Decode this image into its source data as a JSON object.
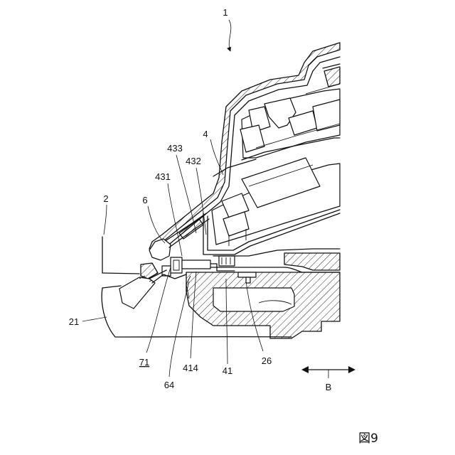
{
  "figure": {
    "label": "図9"
  },
  "labels": {
    "assembly": "1",
    "housing": "2",
    "base": "21",
    "cover": "4",
    "part6": "6",
    "part26": "26",
    "part41": "41",
    "part64": "64",
    "part71": "71",
    "part414": "414",
    "part431": "431",
    "part432": "432",
    "part433": "433"
  },
  "direction": {
    "label": "B"
  }
}
